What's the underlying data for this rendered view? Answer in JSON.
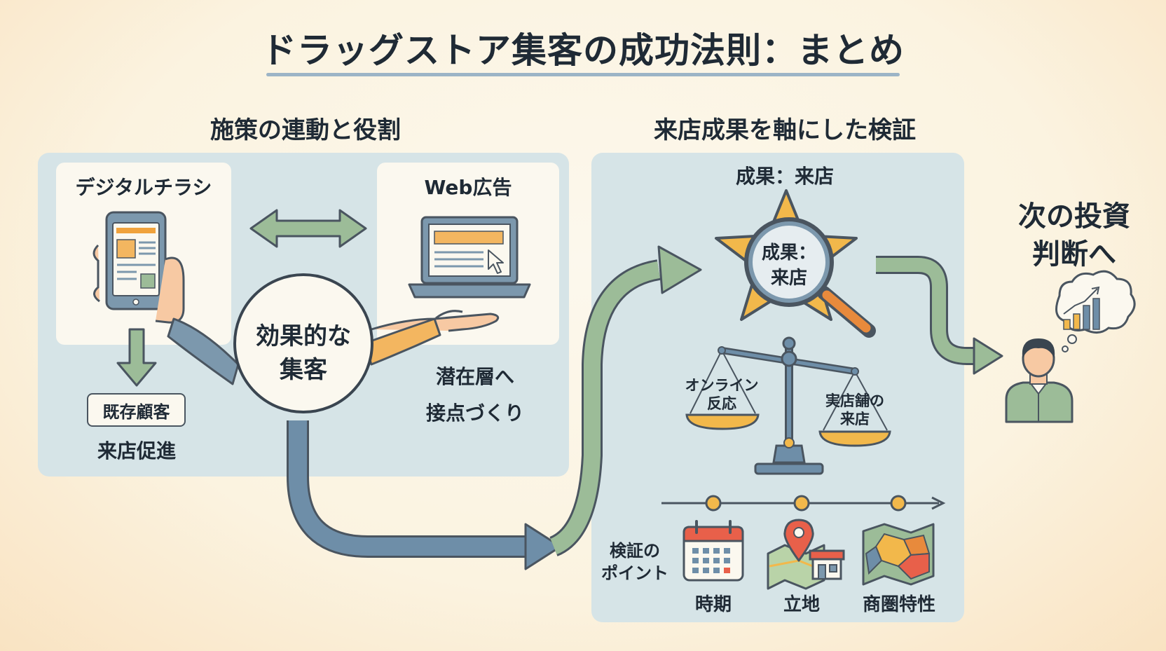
{
  "title": "ドラッグストア集客の成功法則：まとめ",
  "left_section": {
    "title": "施策の連動と役割",
    "digital_flyer": {
      "label": "デジタルチラシ",
      "tag": "既存顧客",
      "sub": "来店促進"
    },
    "web_ad": {
      "label": "Web広告",
      "sub_line1": "潜在層へ",
      "sub_line2": "接点づくり"
    },
    "center": {
      "line1": "効果的な",
      "line2": "集客"
    }
  },
  "right_section": {
    "title": "来店成果を軸にした検証",
    "result_header": "成果：来店",
    "star_line1": "成果：",
    "star_line2": "来店",
    "scale_left_line1": "オンライン",
    "scale_left_line2": "反応",
    "scale_right_line1": "実店舗の",
    "scale_right_line2": "来店",
    "points_label_line1": "検証の",
    "points_label_line2": "ポイント",
    "points": [
      "時期",
      "立地",
      "商圏特性"
    ]
  },
  "next": {
    "line1": "次の投資",
    "line2": "判断へ"
  },
  "colors": {
    "panel": "#d6e4e7",
    "card": "#fbf8ef",
    "green_arrow": "#8fb08d",
    "blue_arrow": "#5d7d96",
    "orange": "#f0a23c",
    "gold": "#f2b84b"
  },
  "icons": [
    "smartphone-icon",
    "hand-icon",
    "laptop-icon",
    "cursor-icon",
    "star-icon",
    "magnifier-icon",
    "balance-scale-icon",
    "calendar-icon",
    "map-pin-icon",
    "store-icon",
    "area-map-icon",
    "person-icon",
    "thought-bubble-icon",
    "bar-chart-icon"
  ]
}
